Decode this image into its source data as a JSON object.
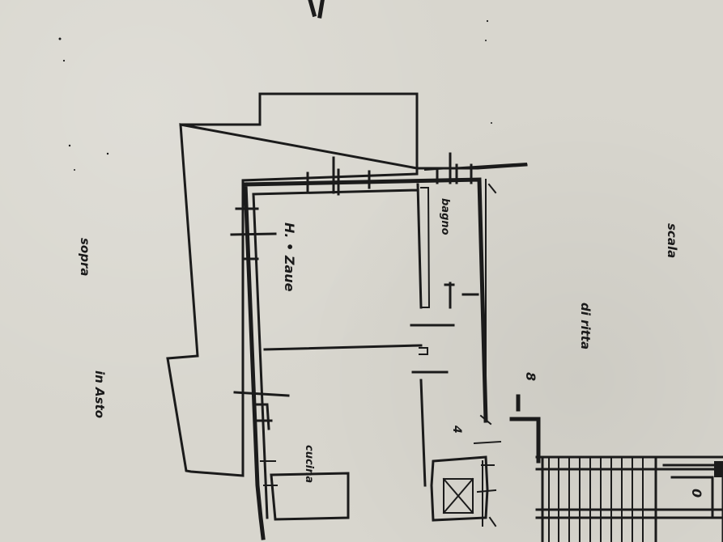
{
  "plan": {
    "labels": {
      "room_main": "H. • Zaue",
      "kitchen": "cucina",
      "bath": "bagno",
      "stairs_top": "scala",
      "stairs_bottom": "di ritta",
      "left_top": "sopra",
      "left_bottom": "in Asto",
      "stair_number": "0",
      "marker_8": "8",
      "marker_4": "4"
    }
  }
}
